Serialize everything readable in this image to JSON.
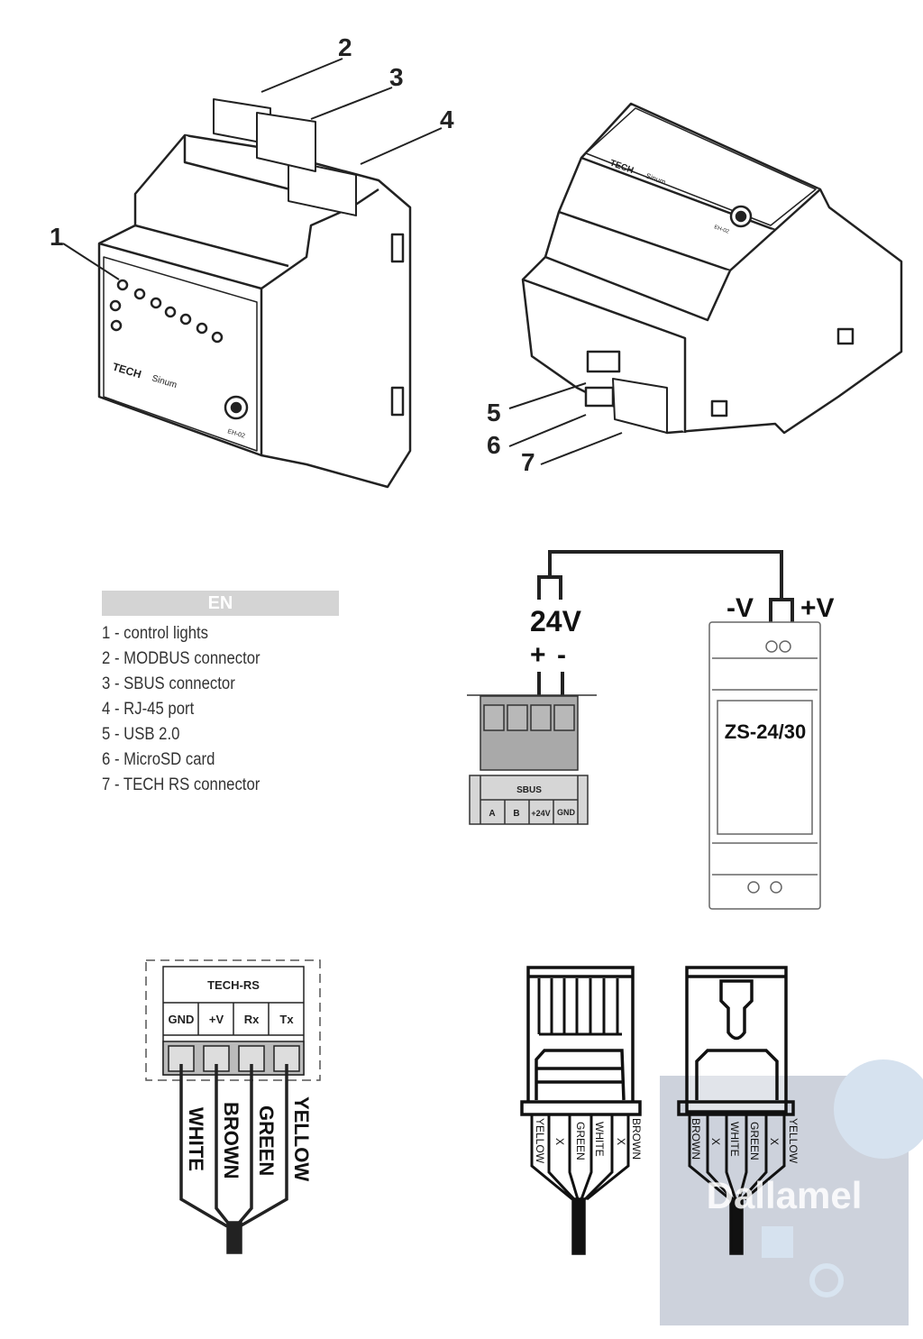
{
  "callouts": [
    "1",
    "2",
    "3",
    "4",
    "5",
    "6",
    "7"
  ],
  "device": {
    "brand": "TECH",
    "sub_brand": "Sinum",
    "model": "EH-02"
  },
  "legend": {
    "language": "EN",
    "items": [
      "1 - control lights",
      "2 - MODBUS connector",
      "3 - SBUS connector",
      "4 - RJ-45 port",
      "5 - USB 2.0",
      "6 - MicroSD card",
      "7 - TECH RS connector"
    ]
  },
  "power": {
    "voltage": "24V",
    "plus": "+",
    "minus": "-",
    "psu_minus": "-V",
    "psu_plus": "+V",
    "psu_model": "ZS-24/30"
  },
  "sbus": {
    "title": "SBUS",
    "pins": [
      "A",
      "B",
      "+24V",
      "GND"
    ]
  },
  "tech_rs": {
    "title": "TECH-RS",
    "pins": [
      "GND",
      "+V",
      "Rx",
      "Tx"
    ],
    "wires": [
      "WHITE",
      "BROWN",
      "GREEN",
      "YELLOW"
    ]
  },
  "rj45_left": {
    "wires": [
      "YELLOW",
      "X",
      "GREEN",
      "WHITE",
      "X",
      "BROWN"
    ]
  },
  "rj45_right": {
    "wires": [
      "BROWN",
      "X",
      "WHITE",
      "GREEN",
      "X",
      "YELLOW"
    ]
  },
  "watermark": "Dallamel"
}
